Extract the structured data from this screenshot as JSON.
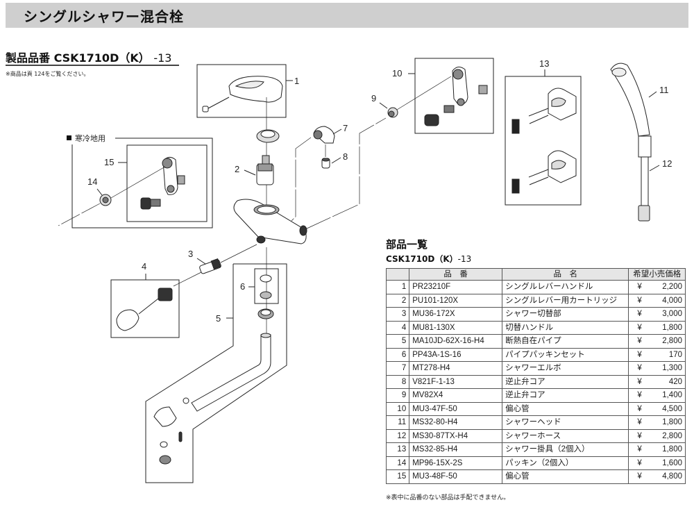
{
  "header": {
    "title": "シングルシャワー混合栓"
  },
  "product": {
    "label": "製品品番 CSK1710D（K）",
    "suffix": "-13",
    "note": "※商品は頁 124をご覧ください。"
  },
  "diagram": {
    "cold_region_label": "寒冷地用",
    "callouts": [
      "1",
      "2",
      "3",
      "4",
      "5",
      "6",
      "7",
      "8",
      "9",
      "10",
      "11",
      "12",
      "13",
      "14",
      "15"
    ]
  },
  "parts_list": {
    "title": "部品一覧",
    "model": "CSK1710D（K）",
    "model_suffix": "-13",
    "columns": [
      "",
      "品　番",
      "品　名",
      "希望小売価格"
    ],
    "currency": "¥",
    "rows": [
      {
        "no": "1",
        "code": "PR23210F",
        "name": "シングルレバーハンドル",
        "price": "2,200"
      },
      {
        "no": "2",
        "code": "PU101-120X",
        "name": "シングルレバー用カートリッジ",
        "price": "4,000"
      },
      {
        "no": "3",
        "code": "MU36-172X",
        "name": "シャワー切替部",
        "price": "3,000"
      },
      {
        "no": "4",
        "code": "MU81-130X",
        "name": "切替ハンドル",
        "price": "1,800"
      },
      {
        "no": "5",
        "code": "MA10JD-62X-16-H4",
        "name": "断熱自在パイプ",
        "price": "2,800"
      },
      {
        "no": "6",
        "code": "PP43A-1S-16",
        "name": "パイプパッキンセット",
        "price": "170"
      },
      {
        "no": "7",
        "code": "MT278-H4",
        "name": "シャワーエルボ",
        "price": "1,300"
      },
      {
        "no": "8",
        "code": "V821F-1-13",
        "name": "逆止弁コア",
        "price": "420"
      },
      {
        "no": "9",
        "code": "MV82X4",
        "name": "逆止弁コア",
        "price": "1,400"
      },
      {
        "no": "10",
        "code": "MU3-47F-50",
        "name": "偏心管",
        "price": "4,500"
      },
      {
        "no": "11",
        "code": "MS32-80-H4",
        "name": "シャワーヘッド",
        "price": "1,800"
      },
      {
        "no": "12",
        "code": "MS30-87TX-H4",
        "name": "シャワーホース",
        "price": "2,800"
      },
      {
        "no": "13",
        "code": "MS32-85-H4",
        "name": "シャワー掛具（2個入）",
        "price": "1,800"
      },
      {
        "no": "14",
        "code": "MP96-15X-2S",
        "name": "パッキン（2個入）",
        "price": "1,600"
      },
      {
        "no": "15",
        "code": "MU3-48F-50",
        "name": "偏心管",
        "price": "4,800"
      }
    ],
    "footnote": "※表中に品番のない部品は手配できません。"
  }
}
